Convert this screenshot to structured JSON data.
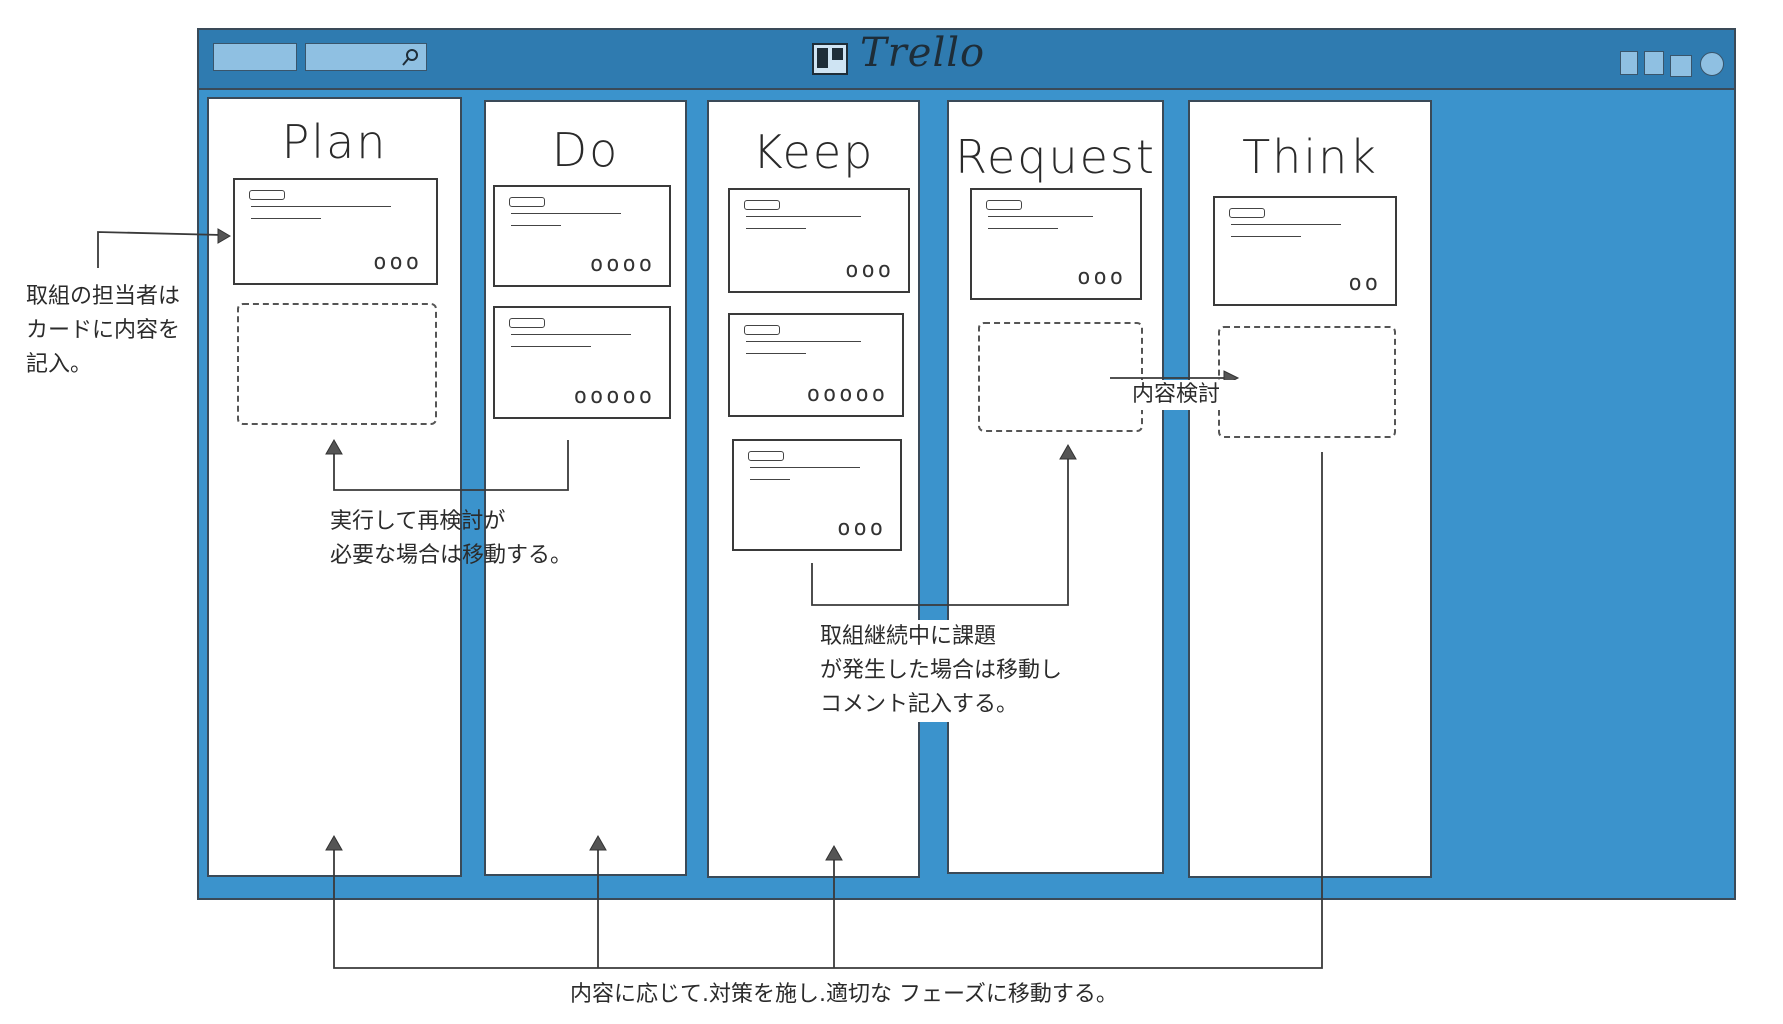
{
  "app": {
    "title": "Trello"
  },
  "columns": [
    {
      "title": "Plan",
      "cards": [
        {
          "dots": "ooo"
        }
      ]
    },
    {
      "title": "Do",
      "cards": [
        {
          "dots": "oooo"
        },
        {
          "dots": "ooooo"
        }
      ]
    },
    {
      "title": "Keep",
      "cards": [
        {
          "dots": "ooo"
        },
        {
          "dots": "ooooo"
        },
        {
          "dots": "ooo"
        }
      ]
    },
    {
      "title": "Request",
      "cards": [
        {
          "dots": "ooo"
        }
      ]
    },
    {
      "title": "Think",
      "cards": [
        {
          "dots": "oo"
        }
      ]
    }
  ],
  "annotations": {
    "assignee_note": "取組の担当者は\nカードに内容を\n記入。",
    "redo_note": "実行して再検討が\n必要な場合は移動する。",
    "issue_note": "取組継続中に課題\nが発生した場合は移動し\nコメント記入する。",
    "review_note": "内容検討",
    "bottom_note": "内容に応じて.対策を施し.適切な フェーズに移動する。"
  }
}
